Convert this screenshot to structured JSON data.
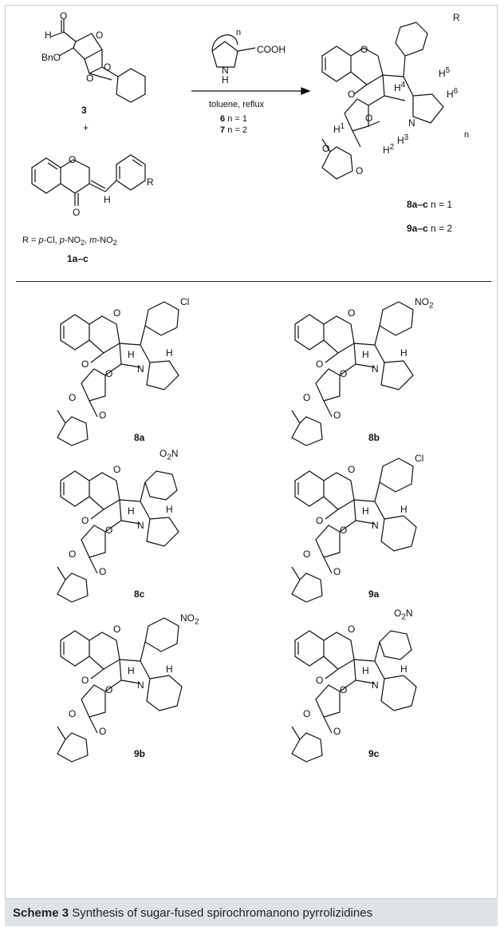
{
  "scheme": {
    "reagents": {
      "above_arrow": "COOH",
      "amine_h": "H",
      "ring_n": "n",
      "conditions": "toluene, reflux",
      "cmpd6": "6",
      "cmpd6_text": "n = 1",
      "cmpd7": "7",
      "cmpd7_text": "n =  2"
    },
    "sm_sugar": {
      "label": "3",
      "h": "H",
      "o_top": "O",
      "bno": "BnO"
    },
    "plus": "+",
    "sm_chromanone": {
      "label": "1a–c",
      "r_line_prefix": "R = ",
      "r1": "p",
      "r1b": "-Cl, ",
      "r2": "p",
      "r2b": "-NO",
      "r2sub": "2",
      "r2c": ", ",
      "r3": "m",
      "r3b": "-NO",
      "r3sub": "2",
      "r": "R",
      "h": "H"
    },
    "product_general": {
      "label8": "8a–c",
      "label8_text": "n = 1",
      "label9": "9a–c",
      "label9_text": "n = 2",
      "r": "R",
      "h1": "H",
      "h1sup": "1",
      "h2": "H",
      "h2sup": "2",
      "h3": "H",
      "h3sup": "3",
      "h4": "H",
      "h4sup": "4",
      "h5": "H",
      "h5sup": "5",
      "h6": "H",
      "h6sup": "6",
      "n": "n",
      "N": "N"
    },
    "products": [
      {
        "label": "8a",
        "sub": "Cl"
      },
      {
        "label": "8b",
        "sub": "NO",
        "subsub": "2"
      },
      {
        "label": "8c",
        "sub": "O",
        "subsub": "2",
        "subpost": "N"
      },
      {
        "label": "9a",
        "sub": "Cl"
      },
      {
        "label": "9b",
        "sub": "NO",
        "subsub": "2"
      },
      {
        "label": "9c",
        "sub": "O",
        "subsub": "2",
        "subpost": "N"
      }
    ],
    "atoms": {
      "O": "O",
      "N": "N",
      "H": "H"
    },
    "caption": {
      "bold": "Scheme 3",
      "text": "  Synthesis of sugar-fused spirochromanono pyrrolizidines"
    }
  }
}
